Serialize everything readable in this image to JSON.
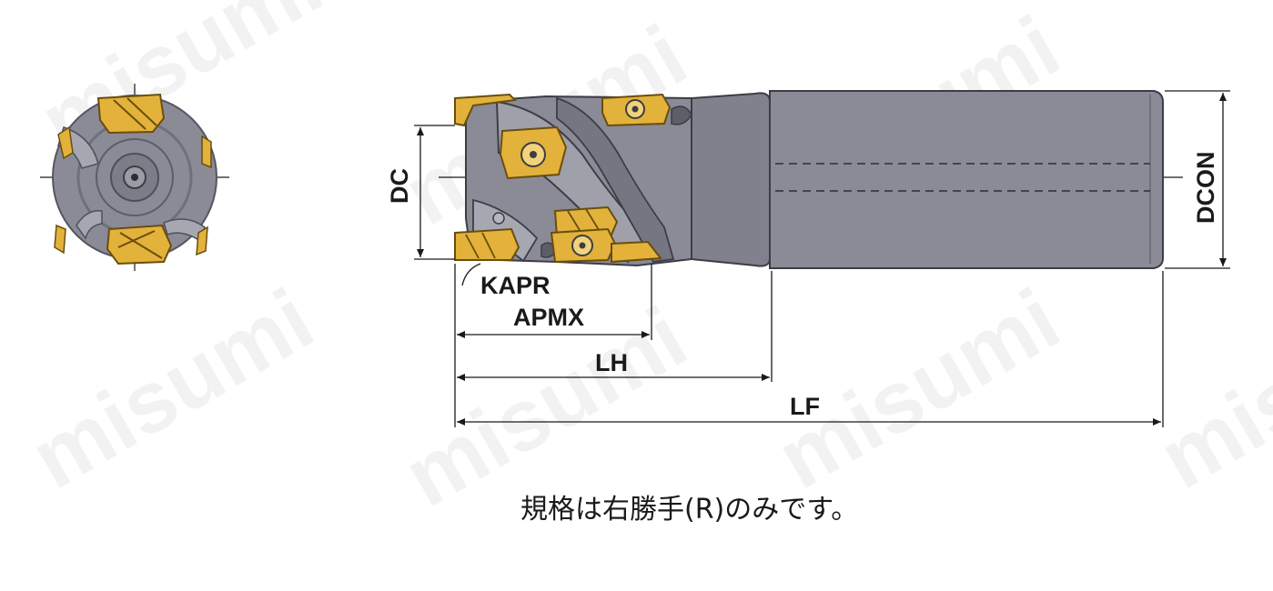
{
  "labels": {
    "dc": "DC",
    "dcon": "DCON",
    "kapr": "KAPR",
    "apmx": "APMX",
    "lh": "LH",
    "lf": "LF"
  },
  "note": "規格は右勝手(R)のみです。",
  "watermark": "misumi",
  "colors": {
    "body": "#8a8b96",
    "body_dark": "#6f707b",
    "insert": "#e2b23a",
    "insert_dark": "#b6851c",
    "line": "#1a1a1a"
  }
}
